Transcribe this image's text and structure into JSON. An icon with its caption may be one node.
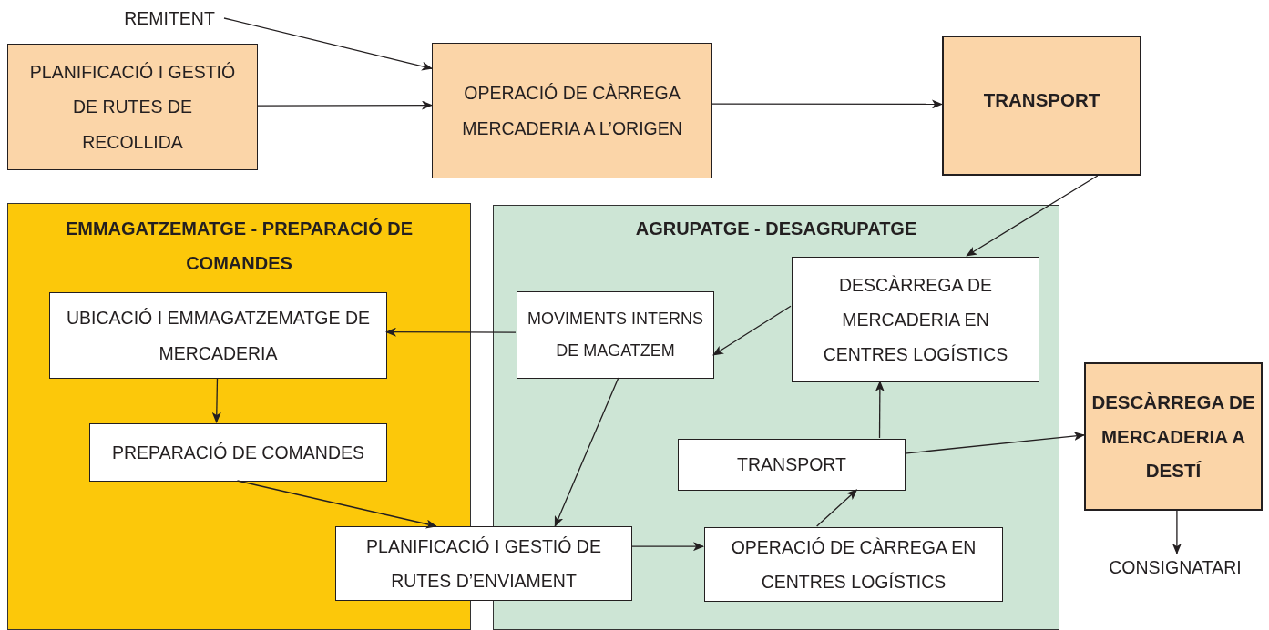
{
  "diagram": {
    "nodes": [
      {
        "text": [
          "REMITENT"
        ]
      },
      {
        "text": [
          "PLANIFICACIÓ I GESTIÓ DE RUTES DE RECOLLIDA"
        ]
      },
      {
        "text": [
          "OPERACIÓ DE CÀRREGA MERCADERIA A L’ORIGEN"
        ]
      },
      {
        "text": [
          "TRANSPORT"
        ]
      },
      {
        "text": [
          "EMMAGATZEMATGE - PREPARACIÓ DE COMANDES"
        ]
      },
      {
        "text": [
          "UBICACIÓ I EMMAGATZEMATGE DE MERCADERIA"
        ],
        "in": 4
      },
      {
        "text": [
          "PREPARACIÓ DE COMANDES"
        ],
        "in": 4
      },
      {
        "text": [
          "AGRUPATGE - DESAGRUPATGE"
        ]
      },
      {
        "text": [
          "DESCÀRREGA DE MERCADERIA EN CENTRES LOGÍSTICS"
        ],
        "in": 7
      },
      {
        "text": [
          "MOVIMENTS INTERNS DE MAGATZEM"
        ],
        "in": 7
      },
      {
        "text": [
          "PLANIFICACIÓ I GESTIÓ DE RUTES D’ENVIAMENT"
        ]
      },
      {
        "text": [
          "TRANSPORT"
        ],
        "in": 7
      },
      {
        "text": [
          "OPERACIÓ DE CÀRREGA EN CENTRES LOGÍSTICS"
        ],
        "in": 7
      },
      {
        "text": [
          "DESCÀRREGA DE MERCADERIA A DESTÍ"
        ]
      },
      {
        "text": [
          "CONSIGNATARI"
        ]
      }
    ],
    "edges": [
      {
        "from": 0,
        "to": 2,
        "arrow": "to"
      },
      {
        "from": 1,
        "to": 2,
        "arrow": "to"
      },
      {
        "from": 2,
        "to": 3,
        "arrow": "to"
      },
      {
        "from": 3,
        "to": 8,
        "arrow": "to"
      },
      {
        "from": 8,
        "to": 9,
        "arrow": "to"
      },
      {
        "from": 9,
        "to": 5,
        "arrow": "to"
      },
      {
        "from": 5,
        "to": 6,
        "arrow": "to"
      },
      {
        "from": 9,
        "to": 10,
        "arrow": "to"
      },
      {
        "from": 6,
        "to": 10,
        "arrow": "to"
      },
      {
        "from": 10,
        "to": 12,
        "arrow": "to"
      },
      {
        "from": 12,
        "to": 11,
        "arrow": "to"
      },
      {
        "from": 11,
        "to": 8,
        "arrow": "to"
      },
      {
        "from": 11,
        "to": 13,
        "arrow": "to"
      },
      {
        "from": 13,
        "to": 14,
        "arrow": "to"
      }
    ]
  }
}
